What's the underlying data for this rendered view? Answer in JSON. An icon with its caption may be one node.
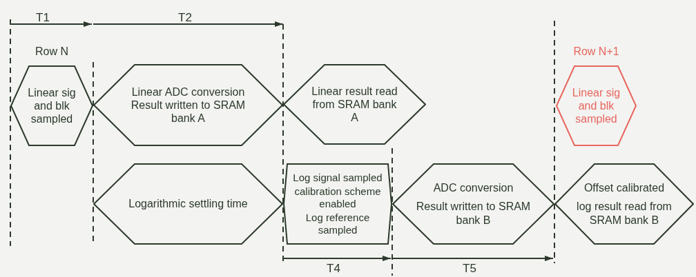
{
  "diagram": {
    "nodes": [
      {
        "text": [
          "Linear sig and blk sampled"
        ],
        "beside": [
          "Row N"
        ]
      },
      {
        "text": [
          "Linear ADC conversion Result written to SRAM bank A"
        ]
      },
      {
        "text": [
          "Linear result read from SRAM bank A"
        ]
      },
      {
        "text": [
          "Linear sig and blk sampled"
        ],
        "beside": [
          "Row N+1"
        ]
      },
      {
        "text": [
          "Logarithmic settling time"
        ]
      },
      {
        "text": [
          "Log signal sampled",
          "calibration scheme enabled",
          "Log reference sampled"
        ]
      },
      {
        "text": [
          "ADC conversion",
          "Result written to SRAM bank B"
        ]
      },
      {
        "text": [
          "Offset calibrated",
          "log result read from SRAM bank B"
        ]
      }
    ],
    "labels": [
      "T1",
      "T2",
      "T4",
      "T5"
    ]
  }
}
